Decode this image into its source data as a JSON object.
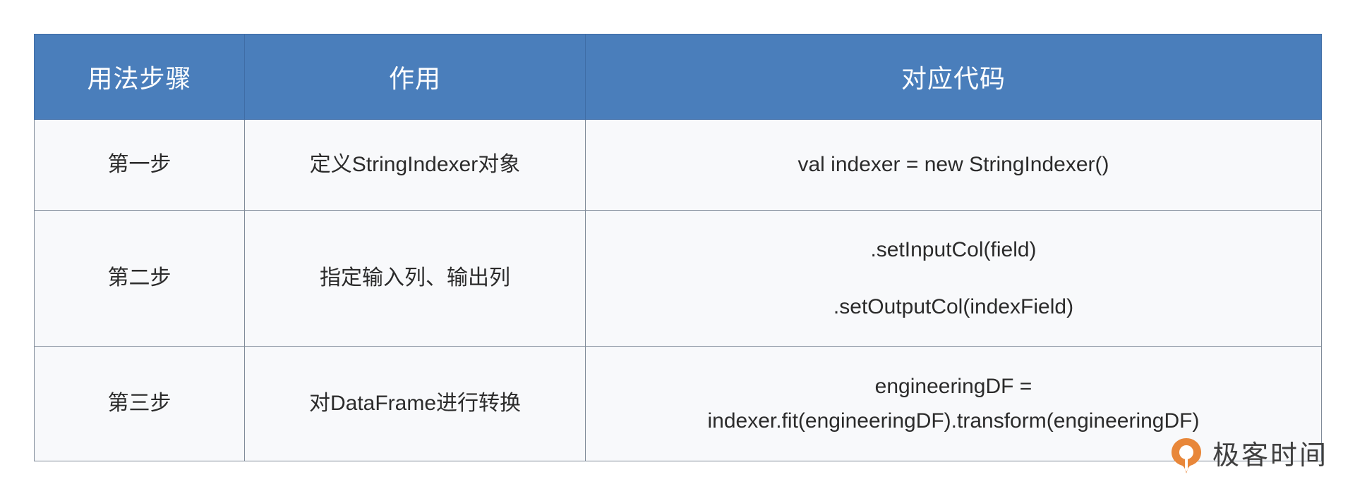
{
  "table": {
    "headers": [
      "用法步骤",
      "作用",
      "对应代码"
    ],
    "rows": [
      {
        "step": "第一步",
        "purpose": "定义StringIndexer对象",
        "code_lines": [
          "val indexer = new StringIndexer()"
        ]
      },
      {
        "step": "第二步",
        "purpose": "指定输入列、输出列",
        "code_lines": [
          ".setInputCol(field)",
          ".setOutputCol(indexField)"
        ]
      },
      {
        "step": "第三步",
        "purpose": "对DataFrame进行转换",
        "code_lines": [
          "engineeringDF =",
          "indexer.fit(engineeringDF).transform(engineeringDF)"
        ]
      }
    ]
  },
  "brand": {
    "name": "极客时间",
    "mark_icon": "geektime-logo-icon",
    "mark_color": "#e8873a"
  },
  "colors": {
    "header_background": "#4a7ebb",
    "header_text": "#ffffff",
    "cell_background": "#f8f9fb",
    "cell_border": "#808b99",
    "body_text": "#2b2b2b",
    "page_background": "#ffffff"
  }
}
